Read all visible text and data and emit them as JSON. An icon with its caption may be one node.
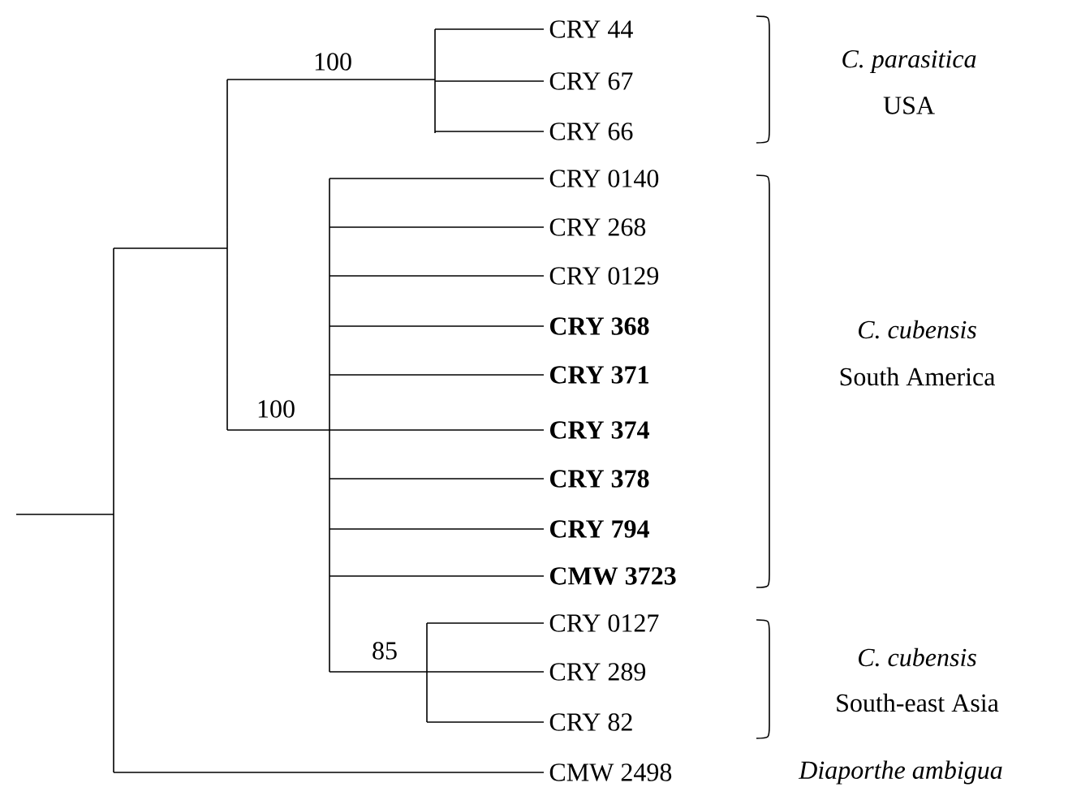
{
  "diagram": {
    "nodes": [
      {
        "text": [
          "CRY 44"
        ]
      },
      {
        "text": [
          "CRY 67"
        ]
      },
      {
        "text": [
          "CRY 66"
        ]
      },
      {
        "text": [
          "CRY 0140"
        ]
      },
      {
        "text": [
          "CRY 268"
        ]
      },
      {
        "text": [
          "CRY 0129"
        ]
      },
      {
        "text": [
          "CRY 368"
        ]
      },
      {
        "text": [
          "CRY 371"
        ]
      },
      {
        "text": [
          "CRY 374"
        ]
      },
      {
        "text": [
          "CRY 378"
        ]
      },
      {
        "text": [
          "CRY 794"
        ]
      },
      {
        "text": [
          "CMW 3723"
        ]
      },
      {
        "text": [
          "CRY 0127"
        ]
      },
      {
        "text": [
          "CRY 289"
        ]
      },
      {
        "text": [
          "CRY 82"
        ]
      },
      {
        "text": [
          "CMW 2498"
        ]
      }
    ],
    "labels": [
      "100",
      "C. parasitica",
      "USA",
      "C. cubensis",
      "South America",
      "100",
      "85",
      "C. cubensis",
      "South-east Asia",
      "Diaporthe ambigua"
    ]
  }
}
